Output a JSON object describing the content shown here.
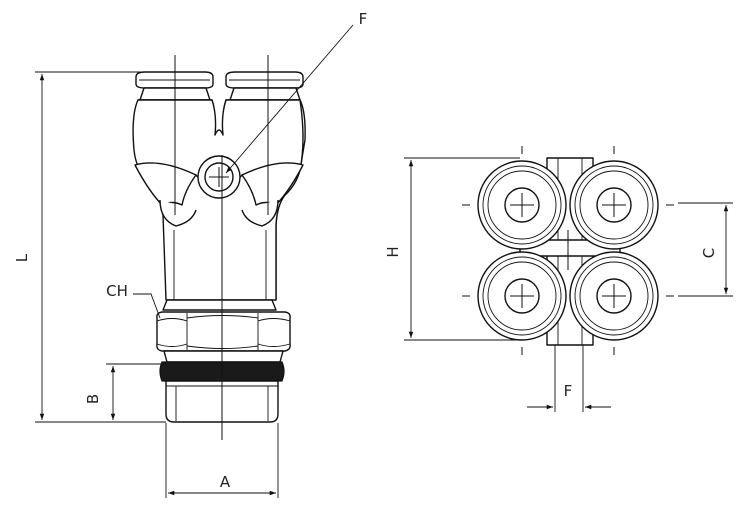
{
  "drawing": {
    "labels": {
      "F_top": "F",
      "L": "L",
      "CH": "CH",
      "B": "B",
      "A": "A",
      "H": "H",
      "C": "C",
      "F_bottom": "F"
    },
    "colors": {
      "line": "#111111",
      "background": "#ffffff",
      "thread_band": "#1a1a1a"
    }
  }
}
